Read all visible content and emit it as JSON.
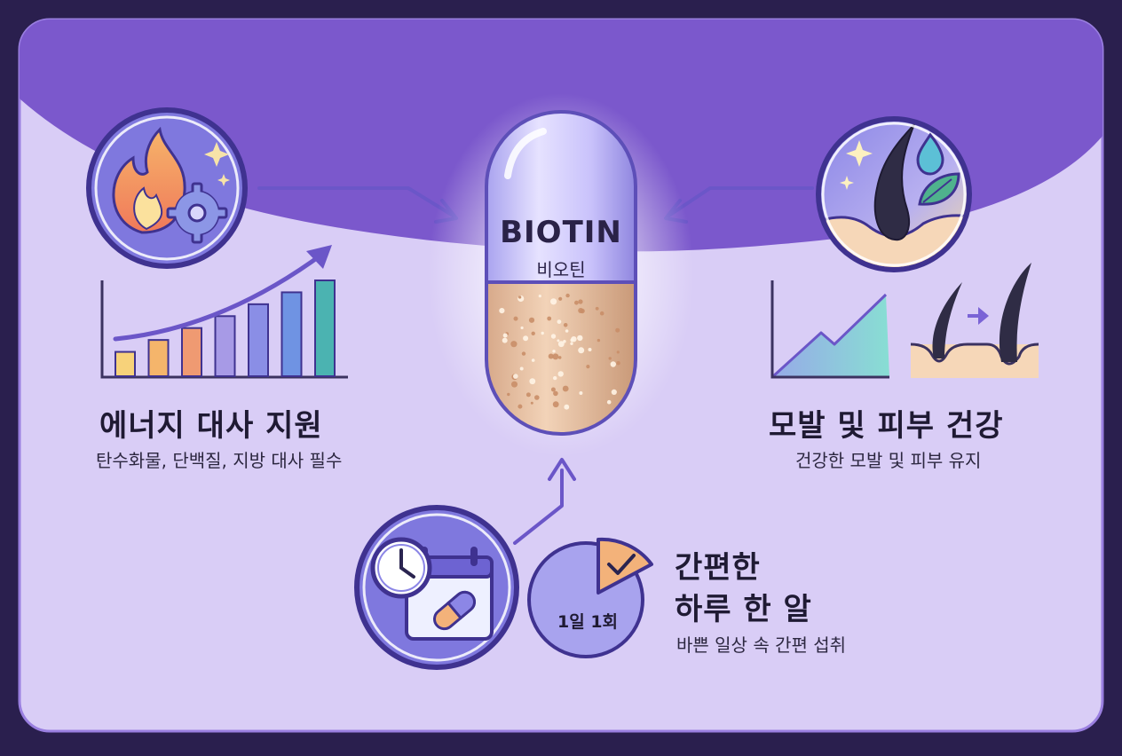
{
  "colors": {
    "frame_bg": "#2a1f4e",
    "card_bg": "#d9cdf6",
    "top_band": "#7b58cc",
    "circle_fill": "#7f78de",
    "circle_ring": "#3f3290",
    "arrow": "#6b56c8",
    "text_dark": "#1f1a33",
    "bar_colors": [
      "#f7d27a",
      "#f5b56b",
      "#ef9a72",
      "#a79ae6",
      "#8a8ee6",
      "#6f93e3",
      "#4bb3b1"
    ]
  },
  "capsule": {
    "name": "BIOTIN",
    "name_ko": "비오틴"
  },
  "left": {
    "icon": "flame-gear-icon",
    "title": "에너지 대사 지원",
    "subtitle": "탄수화물, 단백질, 지방 대사 필수",
    "bars": [
      1,
      2,
      3,
      4,
      5,
      6,
      7
    ]
  },
  "right": {
    "icon": "hair-droplet-leaf-icon",
    "title": "모발 및 피부 건강",
    "subtitle": "건강한 모발 및 피부 유지"
  },
  "bottom": {
    "icon": "clock-calendar-pill-icon",
    "dose_label": "1일 1회",
    "title_line1": "간편한",
    "title_line2": "하루 한 알",
    "subtitle": "바쁜 일상 속 간편 섭취"
  }
}
